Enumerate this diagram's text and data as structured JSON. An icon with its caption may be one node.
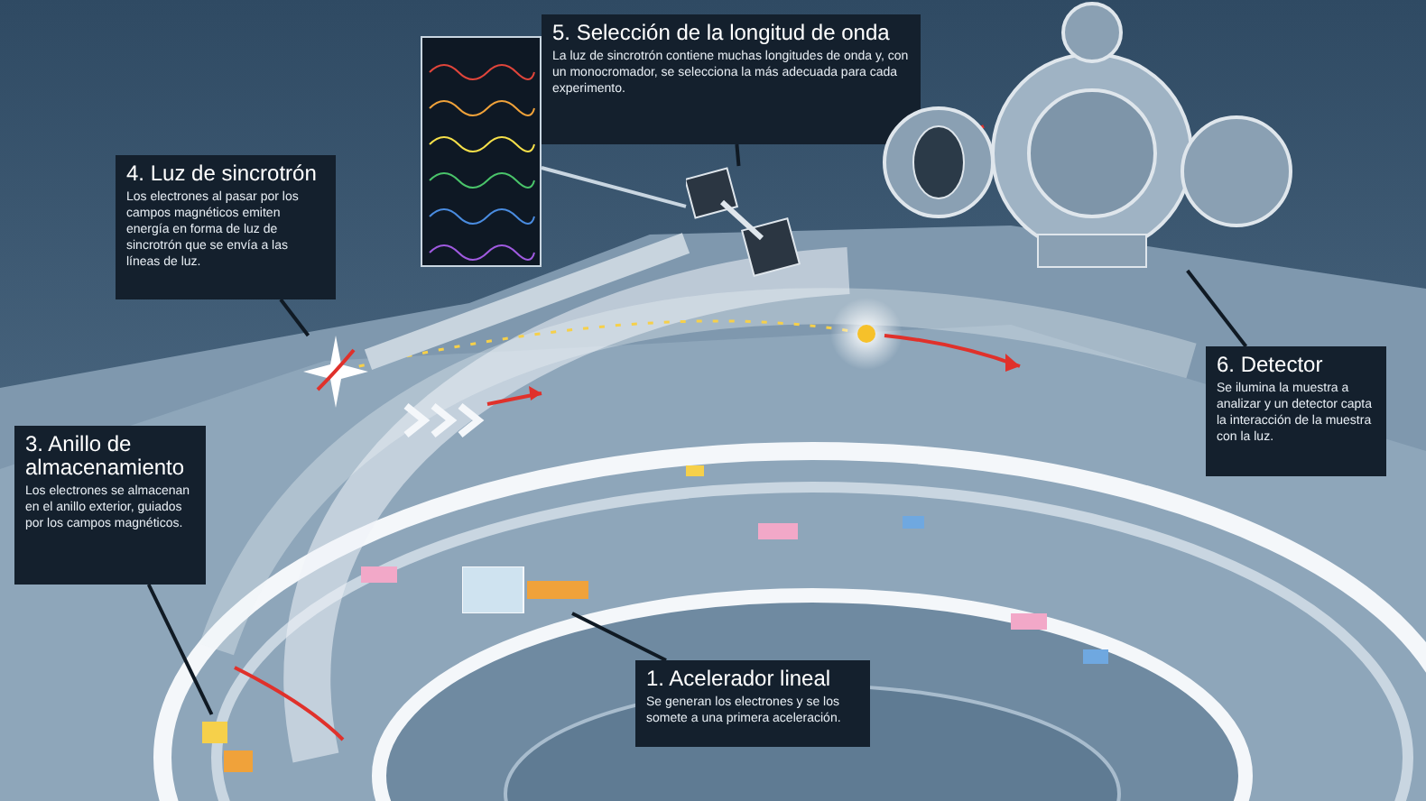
{
  "diagram": {
    "nodes": [
      {
        "text": [
          "5. Selección de la longitud de onda",
          "La luz de sincrotrón contiene muchas longitudes de onda y, con un monocromador, se selecciona la más adecuada para cada experimento."
        ]
      },
      {
        "text": [
          "4. Luz de sincrotrón",
          "Los electrones al pasar por los campos magnéticos emiten energía en forma de luz de sincrotrón que se envía a las líneas de luz."
        ]
      },
      {
        "text": [
          "6. Detector",
          "Se ilumina la muestra a analizar y un detector capta la interacción de la muestra con la luz."
        ]
      },
      {
        "text": [
          "3. Anillo de almacenamiento",
          "Los electrones se almacenan en el anillo exterior, guiados por los campos magnéticos."
        ]
      },
      {
        "text": [
          "1. Acelerador lineal",
          "Se generan los electrones y se los somete a una primera aceleración."
        ]
      },
      {
        "text": [],
        "shape": "picture"
      },
      {
        "text": [],
        "shape": "picture"
      },
      {
        "text": [],
        "shape": "picture"
      },
      {
        "text": [],
        "shape": "picture"
      },
      {
        "text": [],
        "shape": "picture"
      },
      {
        "text": [],
        "shape": "picture"
      }
    ],
    "edges": [
      {
        "from": 0,
        "to": 5,
        "arrow": "none"
      },
      {
        "from": 1,
        "to": 6,
        "arrow": "none"
      },
      {
        "from": 2,
        "to": 7,
        "arrow": "none"
      },
      {
        "from": 3,
        "to": 8,
        "arrow": "none"
      },
      {
        "from": 4,
        "to": 9,
        "arrow": "none"
      },
      {
        "from": 10,
        "to": 5,
        "arrow": "none",
        "color": "#c9d6e1"
      },
      {
        "from": 6,
        "to": 5,
        "arrow": "none",
        "style": "thick",
        "color": "#c8d4de"
      }
    ]
  }
}
